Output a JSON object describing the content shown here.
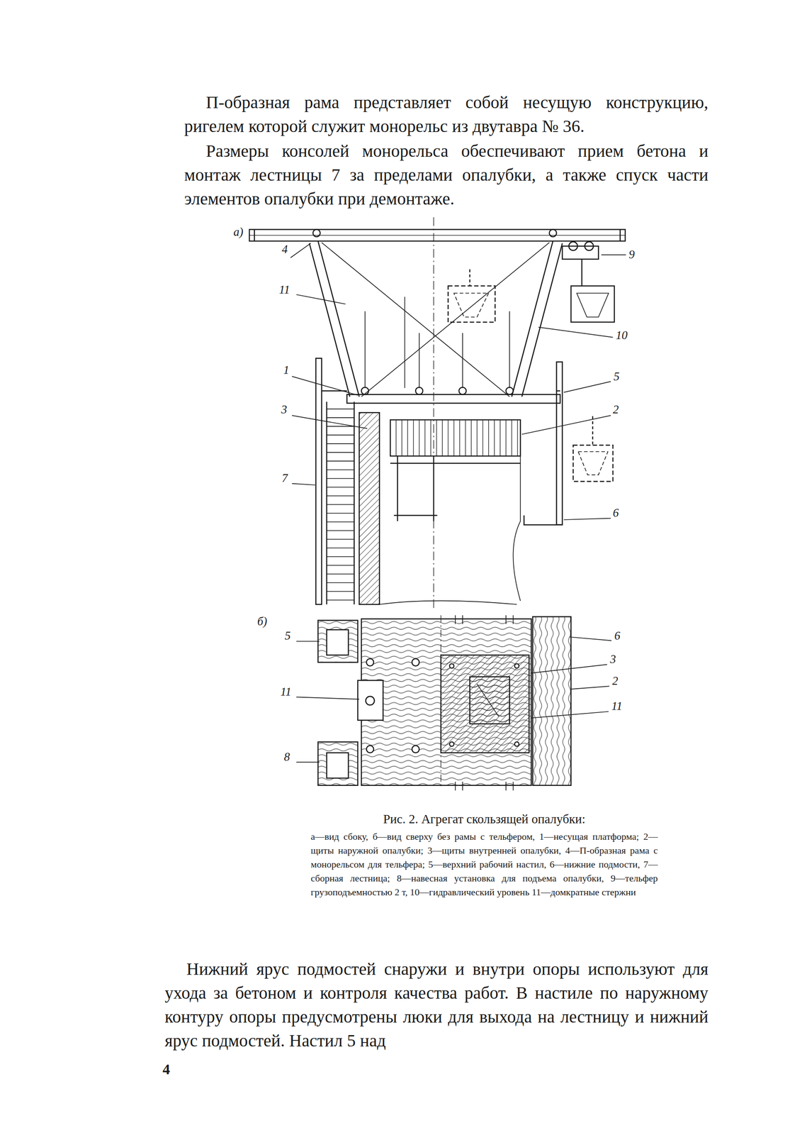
{
  "diagram": {
    "caption": "Рис. 2. Агрегат скользящей опалубки:",
    "labels": [
      "П-образная рама представляет собой несущую конструкцию, ригелем которой служит монорельс из двутавра № 36.",
      "Размеры консолей монорельса обеспечивают прием бетона и монтаж лестницы 7 за пределами опалубки, а также спуск части элементов опалубки при демонтаже.",
      "а)",
      "4",
      "11",
      "9",
      "10",
      "1",
      "5",
      "3",
      "2",
      "7",
      "6",
      "б)",
      "5",
      "11",
      "8",
      "6",
      "3",
      "2",
      "11",
      "а—вид сбоку, б—вид сверху без рамы с тельфером, 1—несущая платформа; 2—щиты наружной опалубки; 3—щиты внутренней опалубки, 4—П-образная рама с монорельсом для тельфера; 5—верхний рабочий настил, 6—нижние подмости, 7—сборная лестница; 8—навесная установка для подъема опалубки, 9—тельфер грузоподъемностью 2 т, 10—гидравлический уровень 11—домкратные стержни",
      "Нижний ярус подмостей снаружи и внутри опоры используют для ухода за бетоном и контроля качества работ. В настиле по наружному контуру опоры предусмотрены люки для выхода на лестницу и нижний ярус подмостей. Настил 5 над",
      "4"
    ]
  }
}
